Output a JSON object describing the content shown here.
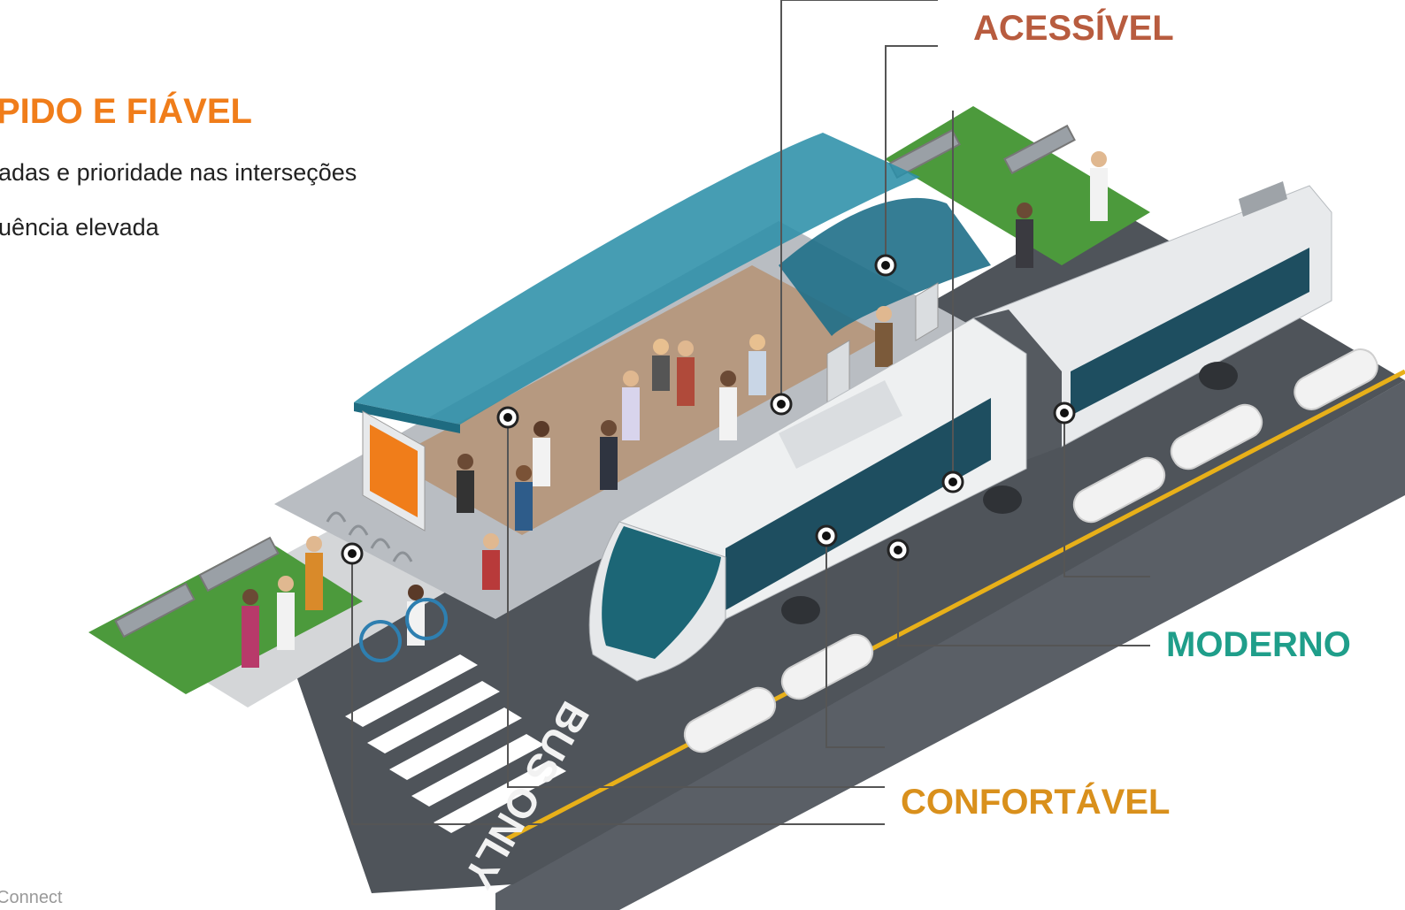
{
  "colors": {
    "orange": "#F07D1A",
    "rust": "#B85C3F",
    "teal": "#1F9E8A",
    "gold": "#D9901C",
    "line": "#555555",
    "glass": "#2C8FA8",
    "bus_body": "#EDEFF0",
    "road": "#4F545A",
    "lane_yellow": "#E8B019",
    "grass": "#4C9A3C"
  },
  "left_panel": {
    "title": "PIDO E FIÁVEL",
    "bullets": [
      "adas e prioridade nas interseções",
      "uência elevada"
    ]
  },
  "callouts": {
    "acessivel": "ACESSÍVEL",
    "moderno": "MODERNO",
    "confortavel": "CONFORTÁVEL"
  },
  "road_marking": "BUS ONLY",
  "footer": "Connect"
}
